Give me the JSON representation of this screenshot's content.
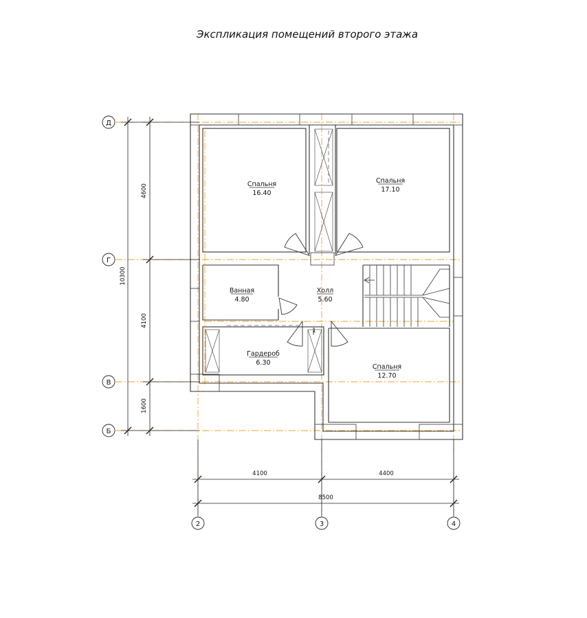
{
  "title": "Экспликация помещений второго этажа",
  "rooms": [
    {
      "name": "Спальня",
      "area": "16.40"
    },
    {
      "name": "Спальня",
      "area": "17.10"
    },
    {
      "name": "Ванная",
      "area": "4.80"
    },
    {
      "name": "Холл",
      "area": "5.60"
    },
    {
      "name": "Гардероб",
      "area": "6.30"
    },
    {
      "name": "Спальня",
      "area": "12.70"
    }
  ],
  "row_axes": [
    "Д",
    "Г",
    "В",
    "Б"
  ],
  "column_axes": [
    "2",
    "3",
    "4"
  ],
  "vertical_dimensions": [
    "4600",
    "4100",
    "1600"
  ],
  "vertical_total": "10300",
  "horizontal_dimensions": [
    "4100",
    "4400"
  ],
  "horizontal_total": "8500",
  "stair_number": "1",
  "colors": {
    "axis_line": "#f2a02a",
    "wall": "#333333",
    "background": "#ffffff"
  }
}
